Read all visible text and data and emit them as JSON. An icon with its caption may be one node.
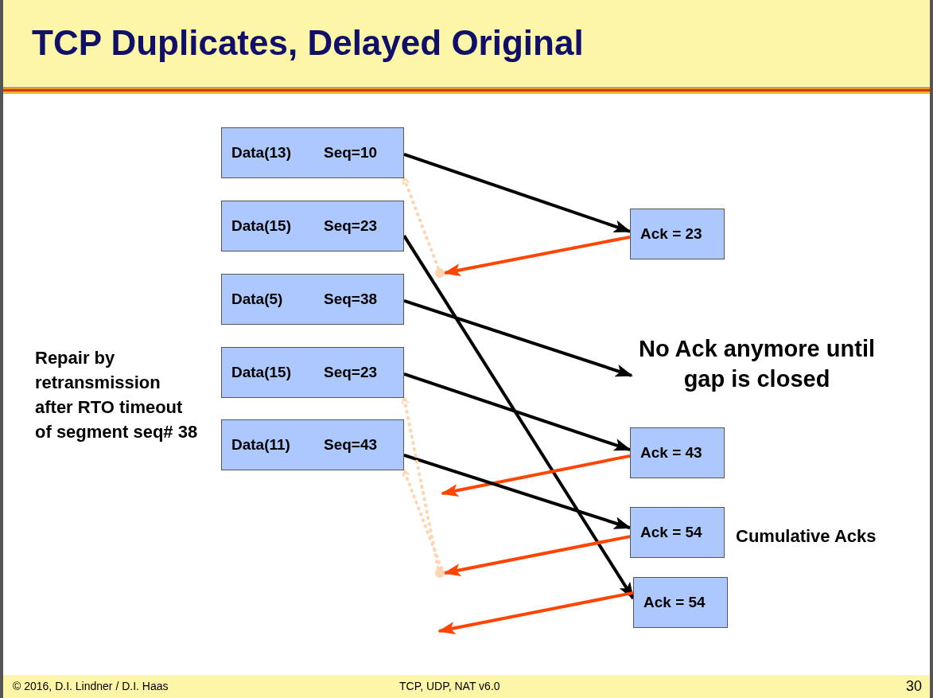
{
  "diagram": {
    "title": "TCP Duplicates, Delayed Original",
    "nodes": [
      {
        "text": [
          "Data(13)",
          "Seq=10"
        ]
      },
      {
        "text": [
          "Data(15)",
          "Seq=23"
        ]
      },
      {
        "text": [
          "Data(5)",
          "Seq=38"
        ]
      },
      {
        "text": [
          "Data(15)",
          "Seq=23"
        ]
      },
      {
        "text": [
          "Data(11)",
          "Seq=43"
        ]
      },
      {
        "text": [
          "Ack = 23"
        ]
      },
      {
        "text": [
          "Ack = 43"
        ]
      },
      {
        "text": [
          "Ack = 54"
        ],
        "beside": [
          "Cumulative Acks"
        ]
      },
      {
        "text": [
          "Ack = 54"
        ]
      },
      {
        "text": [
          "No Ack anymore until gap is closed"
        ]
      },
      {
        "text": [],
        "shape": "circle"
      },
      {
        "text": [],
        "shape": "circle"
      }
    ],
    "edges": [
      {
        "from": 0,
        "to": 5,
        "arrow": "to"
      },
      {
        "from": 5,
        "to": 10,
        "arrow": "to",
        "color": "#ff4500"
      },
      {
        "from": 10,
        "to": 0,
        "arrow": "to",
        "style": "dashed",
        "color": "#fdd5b1"
      },
      {
        "from": 1,
        "to": 8,
        "arrow": "to"
      },
      {
        "from": 2,
        "to": 9,
        "arrow": "to"
      },
      {
        "from": 3,
        "to": 6,
        "arrow": "to"
      },
      {
        "from": 6,
        "to": null,
        "arrow": "to",
        "color": "#ff4500"
      },
      {
        "from": 4,
        "to": 7,
        "arrow": "to"
      },
      {
        "from": 7,
        "to": 11,
        "arrow": "to",
        "color": "#ff4500"
      },
      {
        "from": 8,
        "to": null,
        "arrow": "to",
        "color": "#ff4500"
      },
      {
        "from": 11,
        "to": 3,
        "arrow": "to",
        "style": "dashed",
        "color": "#fdd5b1"
      },
      {
        "from": 11,
        "to": 4,
        "arrow": "to",
        "style": "dashed",
        "color": "#fdd5b1"
      }
    ],
    "labels": [
      "Repair by retransmission after RTO timeout of segment seq# 38",
      "© 2016, D.I. Lindner / D.I. Haas",
      "TCP, UDP, NAT v6.0",
      "30"
    ]
  }
}
